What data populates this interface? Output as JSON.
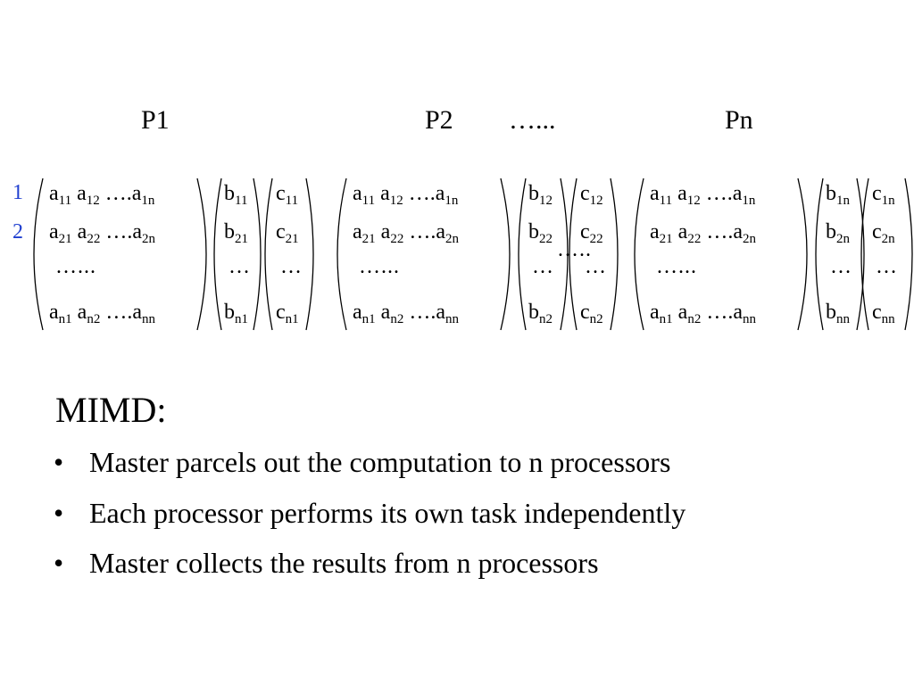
{
  "processors": [
    {
      "label": "P1"
    },
    {
      "label": "P2"
    },
    {
      "label": "Pn"
    }
  ],
  "processor_ellipsis": "…...",
  "middle_ellipsis": "…..",
  "row_numbers": [
    "1",
    "2"
  ],
  "groups": [
    {
      "a_rows": [
        {
          "p": [
            "a",
            "11",
            " a",
            "12",
            " ….a",
            "1n"
          ]
        },
        {
          "p": [
            "a",
            "21",
            " a",
            "22",
            " ….a",
            "2n"
          ]
        },
        {
          "p": [
            "a",
            "n1",
            " a",
            "n2",
            " ….a",
            "nn"
          ]
        }
      ],
      "a_ellipsis": "…...",
      "b_cells": [
        [
          "b",
          "11"
        ],
        [
          "b",
          "21"
        ],
        [
          "b",
          "n1"
        ]
      ],
      "c_cells": [
        [
          "c",
          "11"
        ],
        [
          "c",
          "21"
        ],
        [
          "c",
          "n1"
        ]
      ],
      "bc_ellipsis": "…"
    },
    {
      "a_rows": [
        {
          "p": [
            "a",
            "11",
            " a",
            "12",
            " ….a",
            "1n"
          ]
        },
        {
          "p": [
            "a",
            "21",
            " a",
            "22",
            " ….a",
            "2n"
          ]
        },
        {
          "p": [
            "a",
            "n1",
            " a",
            "n2",
            " ….a",
            "nn"
          ]
        }
      ],
      "a_ellipsis": "…...",
      "b_cells": [
        [
          "b",
          "12"
        ],
        [
          "b",
          "22"
        ],
        [
          "b",
          "n2"
        ]
      ],
      "c_cells": [
        [
          "c",
          "12"
        ],
        [
          "c",
          "22"
        ],
        [
          "c",
          "n2"
        ]
      ],
      "bc_ellipsis": "…"
    },
    {
      "a_rows": [
        {
          "p": [
            "a",
            "11",
            " a",
            "12",
            " ….a",
            "1n"
          ]
        },
        {
          "p": [
            "a",
            "21",
            " a",
            "22",
            " ….a",
            "2n"
          ]
        },
        {
          "p": [
            "a",
            "n1",
            " a",
            "n2",
            " ….a",
            "nn"
          ]
        }
      ],
      "a_ellipsis": "…...",
      "b_cells": [
        [
          "b",
          "1n"
        ],
        [
          "b",
          "2n"
        ],
        [
          "b",
          "nn"
        ]
      ],
      "c_cells": [
        [
          "c",
          "1n"
        ],
        [
          "c",
          "2n"
        ],
        [
          "c",
          "nn"
        ]
      ],
      "bc_ellipsis": "…"
    }
  ],
  "heading": "MIMD:",
  "bullet_symbol": "•",
  "bullets": [
    "Master parcels out the computation to n processors",
    "Each processor performs its own task independently",
    "Master collects the results from n processors"
  ]
}
